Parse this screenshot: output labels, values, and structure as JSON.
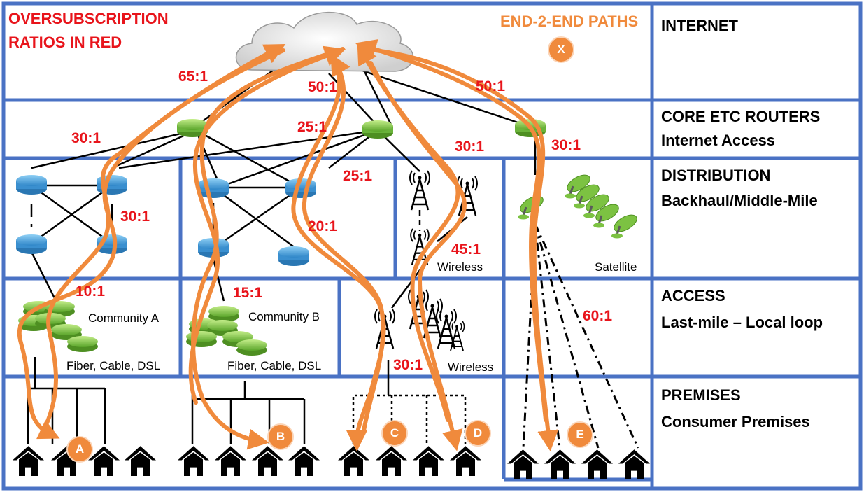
{
  "legend": {
    "oversubscription_line1": "OVERSUBSCRIPTION",
    "oversubscription_line2": "RATIOS IN RED",
    "paths_title": "END-2-END PATHS",
    "internet_badge": "X"
  },
  "layers": [
    {
      "title": "INTERNET",
      "subtitle": ""
    },
    {
      "title": "CORE ETC ROUTERS",
      "subtitle": "Internet Access"
    },
    {
      "title": "DISTRIBUTION",
      "subtitle": "Backhaul/Middle-Mile"
    },
    {
      "title": "ACCESS",
      "subtitle": "Last-mile – Local loop"
    },
    {
      "title": "PREMISES",
      "subtitle": "Consumer Premises"
    }
  ],
  "ratios": {
    "cloud_left": "65:1",
    "cloud_center": "50:1",
    "cloud_right": "50:1",
    "core_left": "30:1",
    "core_center": "25:1",
    "core_wireless": "30:1",
    "core_satellite": "30:1",
    "dist_a": "30:1",
    "dist_b_upper": "25:1",
    "dist_b_lower": "20:1",
    "dist_wireless": "45:1",
    "access_a": "10:1",
    "access_b": "15:1",
    "access_wireless": "30:1",
    "access_satellite": "60:1"
  },
  "labels": {
    "wireless_dist": "Wireless",
    "satellite": "Satellite",
    "community_a": "Community A",
    "community_b": "Community B",
    "fiber_a": "Fiber, Cable, DSL",
    "fiber_b": "Fiber, Cable, DSL",
    "wireless_access": "Wireless"
  },
  "endpoints": [
    "A",
    "B",
    "C",
    "D",
    "E"
  ],
  "colors": {
    "grid": "#4a72c4",
    "ratio": "#e8141b",
    "path": "#f08a3c",
    "router_blue": "#4a9fd8",
    "router_green": "#7cc242",
    "house": "#000000"
  }
}
